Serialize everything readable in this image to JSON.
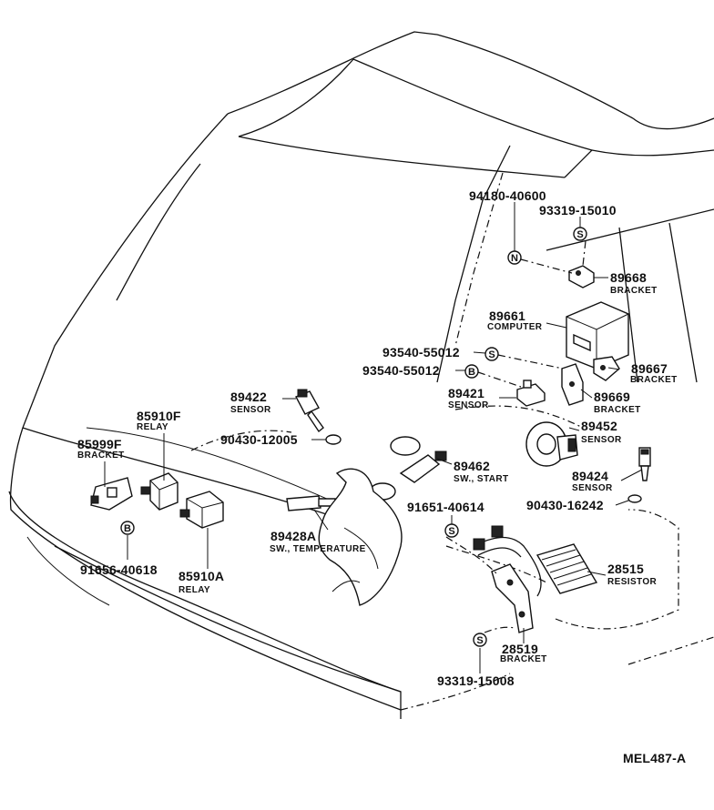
{
  "diagram_id": "MEL487-A",
  "parts": {
    "p94180": {
      "number": "94180-40600",
      "name": ""
    },
    "p93319a": {
      "number": "93319-15010",
      "name": ""
    },
    "p89668": {
      "number": "89668",
      "name": "BRACKET"
    },
    "p89661": {
      "number": "89661",
      "name": "COMPUTER"
    },
    "p93540a": {
      "number": "93540-55012",
      "name": ""
    },
    "p93540b": {
      "number": "93540-55012",
      "name": ""
    },
    "p89667": {
      "number": "89667",
      "name": "BRACKET"
    },
    "p89421": {
      "number": "89421",
      "name": "SENSOR"
    },
    "p89669": {
      "number": "89669",
      "name": "BRACKET"
    },
    "p89422": {
      "number": "89422",
      "name": "SENSOR"
    },
    "p90430a": {
      "number": "90430-12005",
      "name": ""
    },
    "p89452": {
      "number": "89452",
      "name": "SENSOR"
    },
    "p85910F": {
      "number": "85910F",
      "name": "RELAY"
    },
    "p85999F": {
      "number": "85999F",
      "name": "BRACKET"
    },
    "p89462": {
      "number": "89462",
      "name": "SW., START"
    },
    "p89424": {
      "number": "89424",
      "name": "SENSOR"
    },
    "p90430b": {
      "number": "90430-16242",
      "name": ""
    },
    "p91651": {
      "number": "91651-40614",
      "name": ""
    },
    "p89428A": {
      "number": "89428A",
      "name": "SW., TEMPERATURE"
    },
    "p28515": {
      "number": "28515",
      "name": "RESISTOR"
    },
    "p91656": {
      "number": "91656-40618",
      "name": ""
    },
    "p85910A": {
      "number": "85910A",
      "name": "RELAY"
    },
    "p28519": {
      "number": "28519",
      "name": "BRACKET"
    },
    "p93319b": {
      "number": "93319-15008",
      "name": ""
    }
  },
  "symbols": {
    "nut": "N",
    "screw": "S",
    "bolt": "B"
  }
}
